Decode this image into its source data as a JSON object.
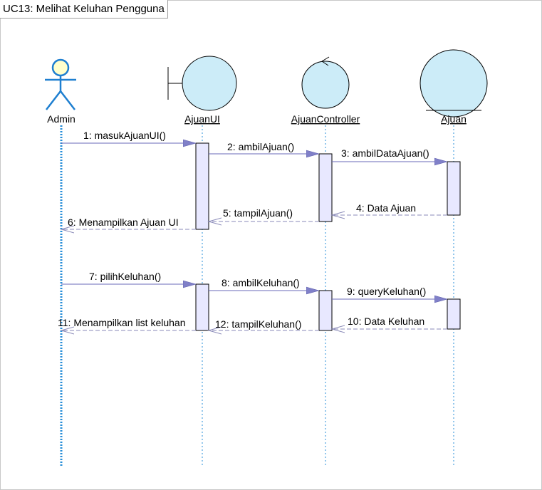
{
  "diagram": {
    "title": "UC13: Melihat Keluhan Pengguna",
    "participants": [
      {
        "id": "admin",
        "name": "Admin",
        "kind": "actor"
      },
      {
        "id": "ui",
        "name": "AjuanUI",
        "kind": "boundary"
      },
      {
        "id": "ctrl",
        "name": "AjuanController",
        "kind": "control"
      },
      {
        "id": "ent",
        "name": "Ajuan",
        "kind": "entity"
      }
    ],
    "messages": [
      {
        "label": "1: masukAjuanUI()",
        "from": "admin",
        "to": "ui",
        "kind": "call"
      },
      {
        "label": "2: ambilAjuan()",
        "from": "ui",
        "to": "ctrl",
        "kind": "call"
      },
      {
        "label": "3: ambilDataAjuan()",
        "from": "ctrl",
        "to": "ent",
        "kind": "call"
      },
      {
        "label": "4: Data Ajuan",
        "from": "ent",
        "to": "ctrl",
        "kind": "return"
      },
      {
        "label": "5: tampilAjuan()",
        "from": "ctrl",
        "to": "ui",
        "kind": "return"
      },
      {
        "label": "6: Menampilkan Ajuan UI",
        "from": "ui",
        "to": "admin",
        "kind": "return"
      },
      {
        "label": "7: pilihKeluhan()",
        "from": "admin",
        "to": "ui",
        "kind": "call"
      },
      {
        "label": "8: ambilKeluhan()",
        "from": "ui",
        "to": "ctrl",
        "kind": "call"
      },
      {
        "label": "9: queryKeluhan()",
        "from": "ctrl",
        "to": "ent",
        "kind": "call"
      },
      {
        "label": "10: Data Keluhan",
        "from": "ent",
        "to": "ctrl",
        "kind": "return"
      },
      {
        "label": "11: Menampilkan list keluhan",
        "from": "ui",
        "to": "admin",
        "kind": "return"
      },
      {
        "label": "12: tampilKeluhan()",
        "from": "ctrl",
        "to": "ui",
        "kind": "return"
      }
    ]
  },
  "colors": {
    "lifeline": "#2a8fd8",
    "actor_head": "#ffffcc",
    "object_fill": "#ccecf8",
    "activation_fill": "#e8e8ff",
    "message_line": "#6a6ab8",
    "arrowhead": "#8080c8"
  }
}
